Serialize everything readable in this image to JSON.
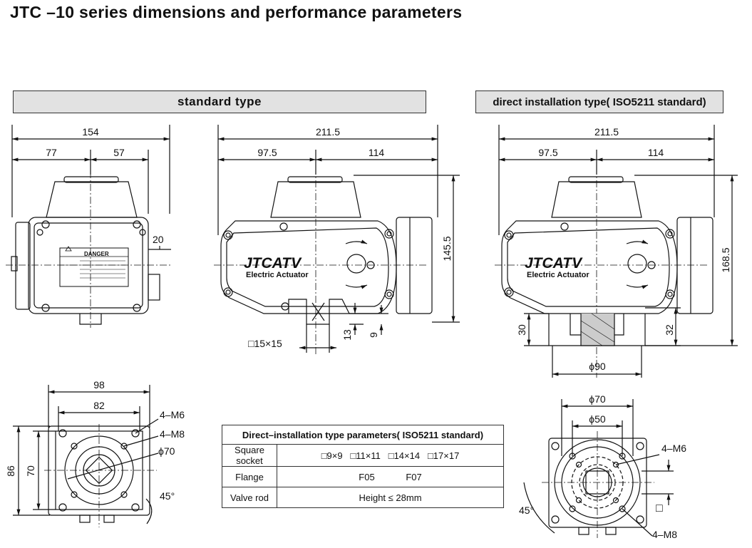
{
  "title": {
    "brand": "JTC",
    "rest": "–10 series dimensions and performance parameters"
  },
  "bands": {
    "standard": "standard type",
    "direct": "direct installation type( ISO5211 standard)"
  },
  "view1": {
    "overall": "154",
    "left": "77",
    "right": "57",
    "side": "20",
    "label_title": "DANGER"
  },
  "view2": {
    "overall": "211.5",
    "left": "97.5",
    "right": "114",
    "height": "145.5",
    "square": "□15×15",
    "d13": "13",
    "d9": "9",
    "logo": "JTCATV",
    "logo_sub": "Electric Actuator"
  },
  "view3": {
    "overall": "211.5",
    "left": "97.5",
    "right": "114",
    "height": "168.5",
    "d30": "30",
    "d32": "32",
    "phi90": "ϕ90",
    "logo": "JTCATV",
    "logo_sub": "Electric Actuator"
  },
  "view4": {
    "w98": "98",
    "w82": "82",
    "m6": "4–M6",
    "m8": "4–M8",
    "phi70": "ϕ70",
    "h86": "86",
    "h70": "70",
    "angle": "45°"
  },
  "view5": {
    "phi70": "ϕ70",
    "phi50": "ϕ50",
    "m6": "4–M6",
    "m8": "4–M8",
    "angle": "45°",
    "sq": "□"
  },
  "table": {
    "header": "Direct–installation type parameters( ISO5211 standard)",
    "rows": [
      {
        "label": "Square socket",
        "values": [
          "□9×9",
          "□11×11",
          "□14×14",
          "□17×17"
        ]
      },
      {
        "label": "Flange",
        "values": [
          "F05",
          "F07"
        ]
      },
      {
        "label": "Valve rod",
        "values": [
          "Height ≤ 28mm"
        ]
      }
    ]
  }
}
